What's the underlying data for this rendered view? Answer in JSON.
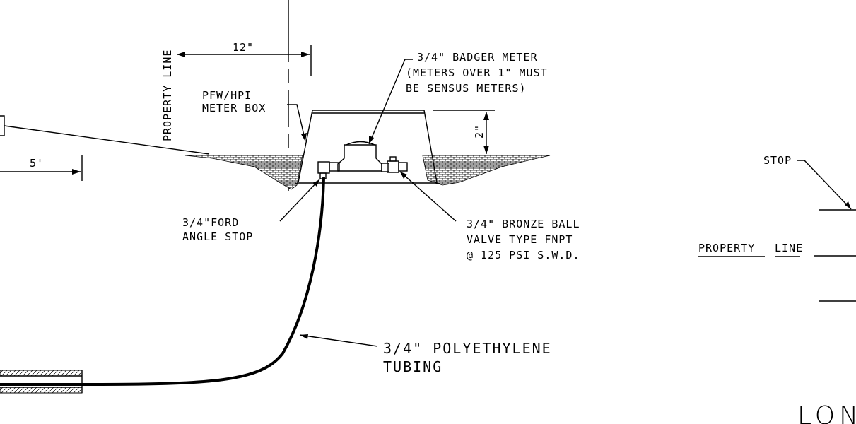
{
  "labels": {
    "dim_12": "12\"",
    "dim_5": "5'",
    "dim_2": "2\"",
    "property_line_vertical": "PROPERTY LINE",
    "meter_box_1": "PFW/HPI",
    "meter_box_2": "METER BOX",
    "badger_1": "3/4\" BADGER METER",
    "badger_2": "(METERS OVER 1\" MUST",
    "badger_3": "BE SENSUS METERS)",
    "ford_1": "3/4\"FORD",
    "ford_2": "ANGLE STOP",
    "bronze_1": "3/4\" BRONZE BALL",
    "bronze_2": "VALVE TYPE FNPT",
    "bronze_3": "@ 125 PSI S.W.D.",
    "poly_1": "3/4\" POLYETHYLENE",
    "poly_2": "TUBING",
    "stop": "STOP",
    "property_line_word": "PROPERTY",
    "property_line_word2": "LINE",
    "cut_title": "LON"
  }
}
